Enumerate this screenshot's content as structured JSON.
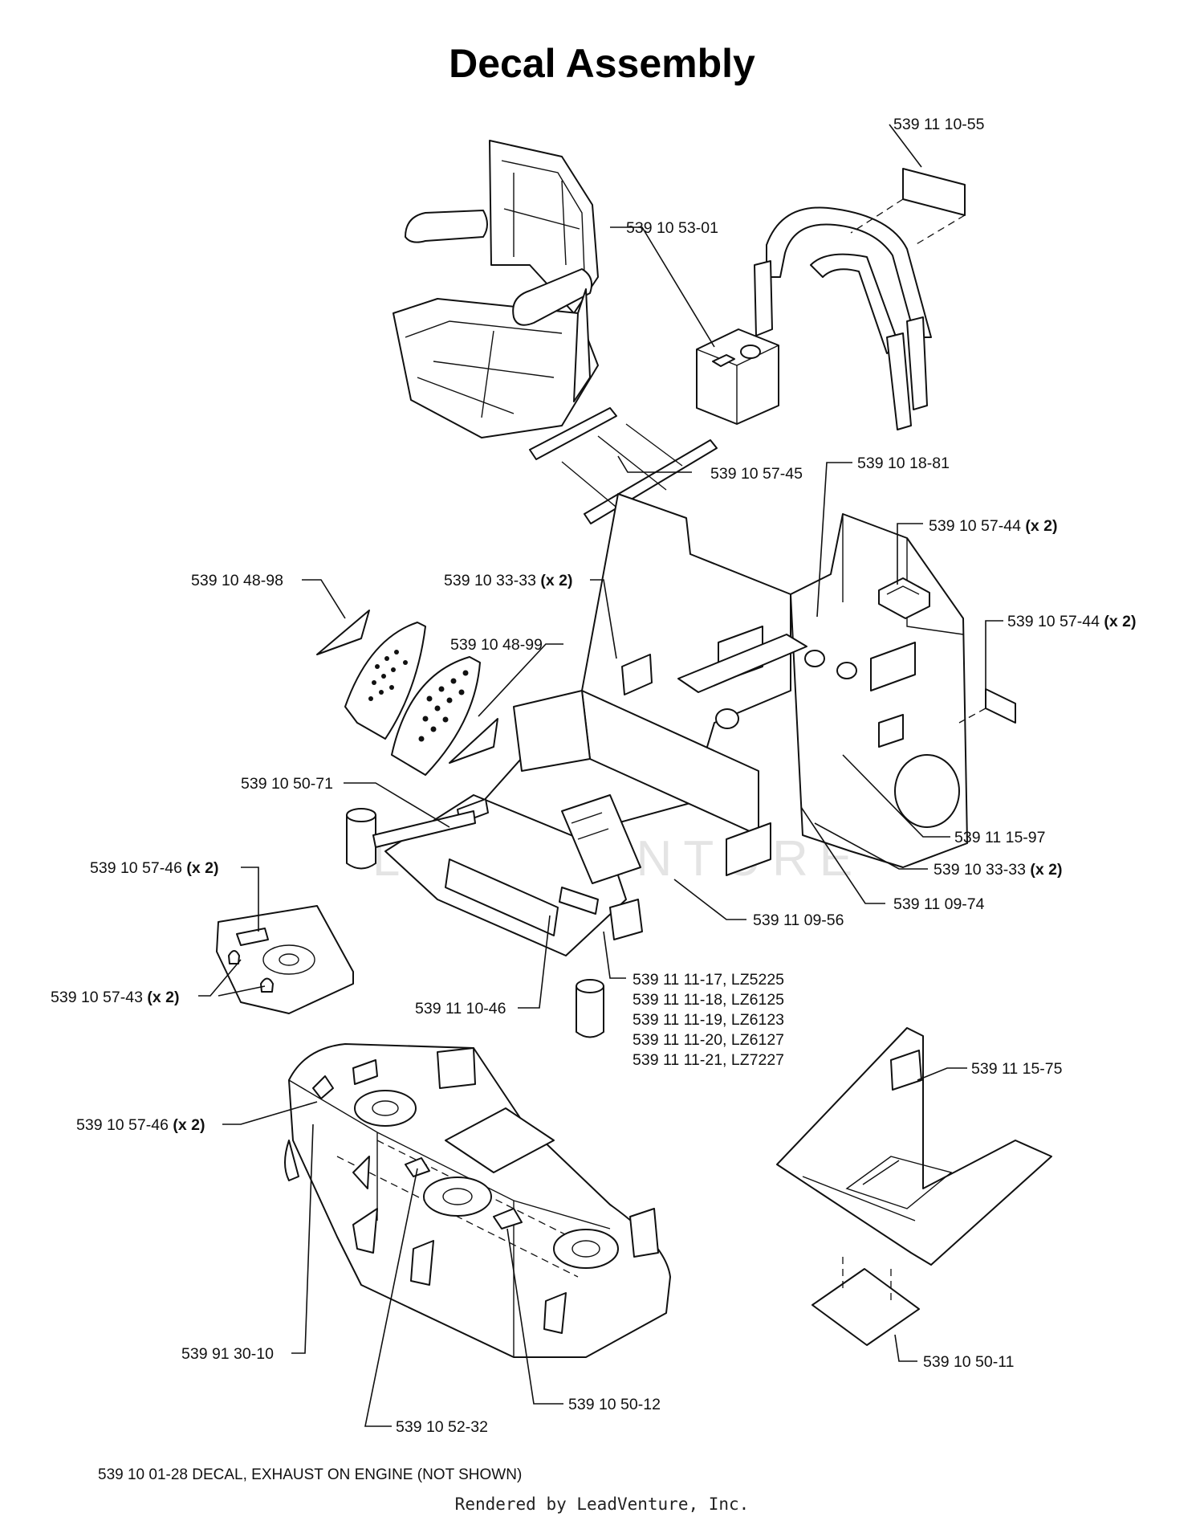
{
  "title": "Decal Assembly",
  "watermark": "LEADVENTURE",
  "footer_note": "539 10 01-28 DECAL, EXHAUST ON ENGINE (NOT SHOWN)",
  "rendered_by": "Rendered by LeadVenture, Inc.",
  "callouts": {
    "c1": {
      "part": "539 11 10-55",
      "qty": ""
    },
    "c2": {
      "part": "539 10 53-01",
      "qty": ""
    },
    "c3": {
      "part": "539 10 57-45",
      "qty": ""
    },
    "c4": {
      "part": "539 10 18-81",
      "qty": ""
    },
    "c5": {
      "part": "539 10 57-44",
      "qty": "(x 2)"
    },
    "c6": {
      "part": "539 10 57-44",
      "qty": "(x 2)"
    },
    "c7": {
      "part": "539 10 48-98",
      "qty": ""
    },
    "c8": {
      "part": "539 10 33-33",
      "qty": "(x 2)"
    },
    "c9": {
      "part": "539 10 48-99",
      "qty": ""
    },
    "c10": {
      "part": "539 10 50-71",
      "qty": ""
    },
    "c11": {
      "part": "539 11 15-97",
      "qty": ""
    },
    "c12": {
      "part": "539 10 33-33",
      "qty": "(x 2)"
    },
    "c13": {
      "part": "539 10 57-46",
      "qty": "(x 2)"
    },
    "c14": {
      "part": "539 11 09-74",
      "qty": ""
    },
    "c15": {
      "part": "539 11 09-56",
      "qty": ""
    },
    "c16": {
      "part": "539 10 57-43",
      "qty": "(x 2)"
    },
    "c17": {
      "part": "539 11 10-46",
      "qty": ""
    },
    "c18": {
      "part": "539 10 57-46",
      "qty": "(x 2)"
    },
    "c19": {
      "part": "539 11 15-75",
      "qty": ""
    },
    "c20": {
      "part": "539 91 30-10",
      "qty": ""
    },
    "c21": {
      "part": "539 10 50-11",
      "qty": ""
    },
    "c22": {
      "part": "539 10 50-12",
      "qty": ""
    },
    "c23": {
      "part": "539 10 52-32",
      "qty": ""
    }
  },
  "model_decals": [
    "539 11 11-17, LZ5225",
    "539 11 11-18, LZ6125",
    "539 11 11-19, LZ6123",
    "539 11 11-20, LZ6127",
    "539 11 11-21, LZ7227"
  ]
}
